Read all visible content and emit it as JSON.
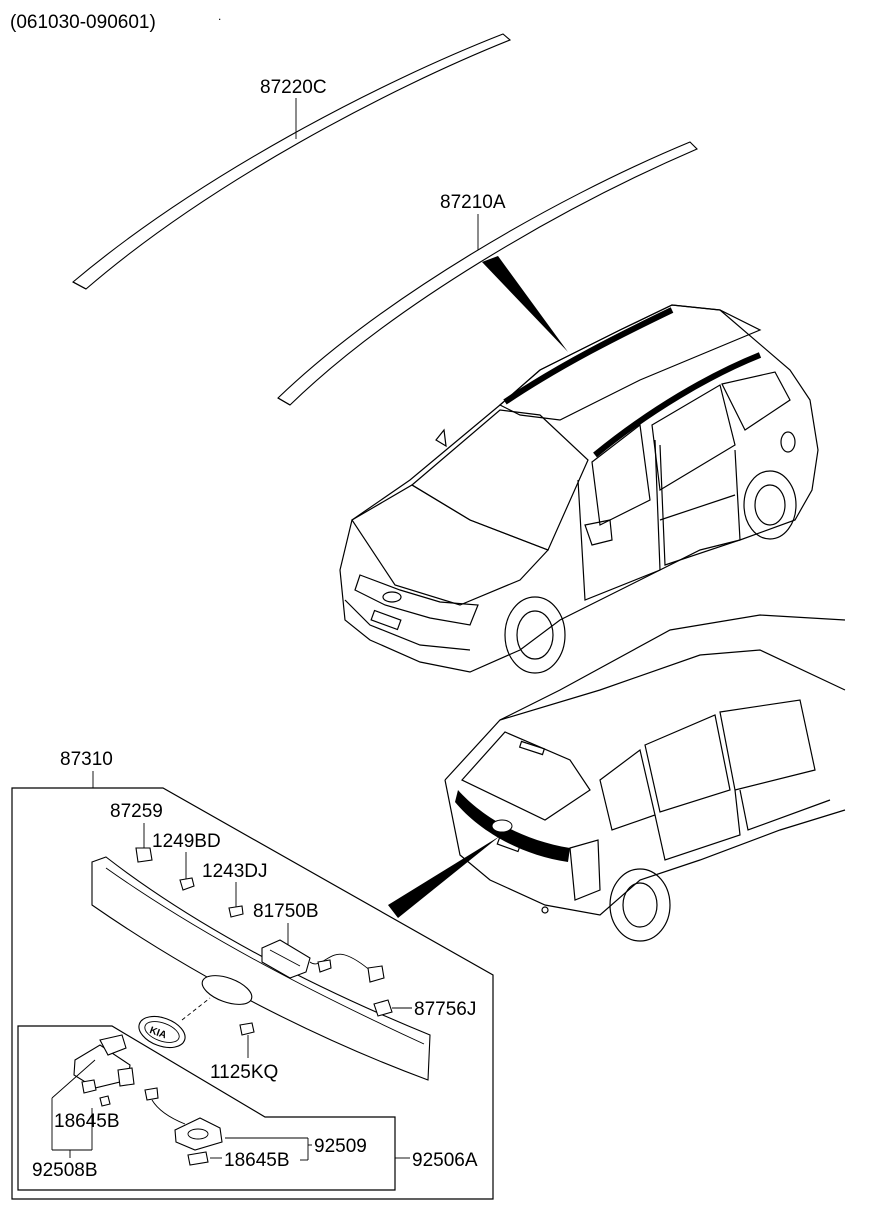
{
  "header": {
    "date_range": "(061030-090601)"
  },
  "parts": {
    "p87220C": "87220C",
    "p87210A": "87210A",
    "p87310": "87310",
    "p87259": "87259",
    "p1249BD": "1249BD",
    "p1243DJ": "1243DJ",
    "p81750B": "81750B",
    "p87756J": "87756J",
    "p1125KQ": "1125KQ",
    "p18645B_a": "18645B",
    "p18645B_b": "18645B",
    "p92509": "92509",
    "p92506A": "92506A",
    "p92508B": "92508B"
  },
  "colors": {
    "line": "#000000",
    "background": "#ffffff"
  }
}
